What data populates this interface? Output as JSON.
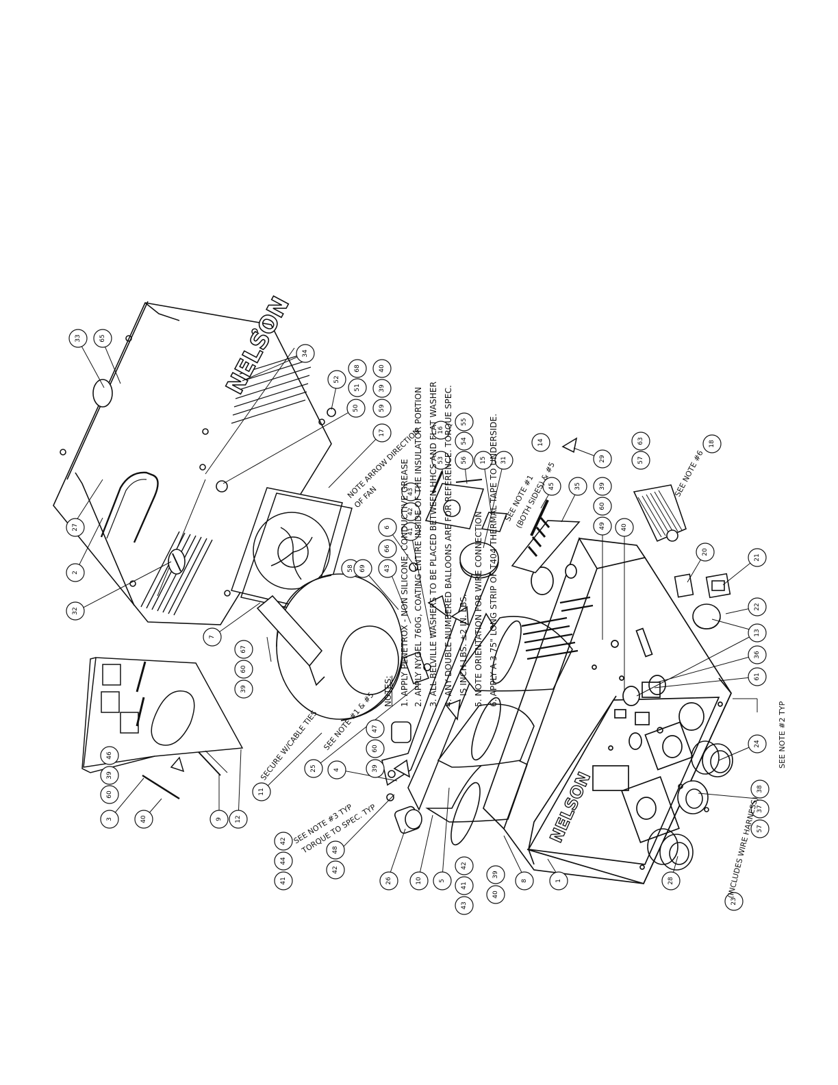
{
  "brand": {
    "cover_logo": "NELSON",
    "panel_logo": "NELSON"
  },
  "notes": {
    "title": "NOTES:",
    "items": [
      "1. APPLY PENETROX - NON SILICONE, CONDUCTIVE GREASE",
      "2. APPLY NYGEL 760G, COATING ENTIRE INSIDE OF THE INSULATOR PORTION",
      "3. ALL BELVILLE WASHERS TO BE PLACED BETWEEN HHCS AND FLAT WASHER",
      "4. ANY DOUBLE NUMBERED BALLOONS ARE FOR REFERENCE. TORQUE SPEC.",
      "IS INCH LBS. ±2 IN. LBS.",
      "5. NOTE ORIENTATION FOR WIRE CONNECTION",
      "6. APPLY A 3.75\" LONG STRIP OF T404 THERMAL TAPE TO UNDERSIDE."
    ]
  },
  "callouts": {
    "fan_direction": "NOTE ARROW DIRECTION",
    "fan_direction_2": "OF FAN",
    "see_note_1_both": "SEE NOTE #1",
    "see_note_1_both_2": "(BOTH SIDES) & #5",
    "see_note_6": "SEE NOTE #6",
    "see_note_1_5": "SEE NOTE #1 & #5",
    "cable_ties": "SECURE W/CABLE TIES",
    "see_note_3": "SEE NOTE #3 TYP",
    "torque_spec": "TORQUE TO SPEC. TYP",
    "see_note_2": "SEE NOTE #2 TYP",
    "wire_harness": "(INCLUDES WIRE HARNESS)"
  },
  "balloons": [
    {
      "n": "1"
    },
    {
      "n": "2"
    },
    {
      "n": "3"
    },
    {
      "n": "4"
    },
    {
      "n": "5"
    },
    {
      "n": "6"
    },
    {
      "n": "7"
    },
    {
      "n": "8"
    },
    {
      "n": "9"
    },
    {
      "n": "10"
    },
    {
      "n": "11"
    },
    {
      "n": "12"
    },
    {
      "n": "13"
    },
    {
      "n": "14"
    },
    {
      "n": "15"
    },
    {
      "n": "16"
    },
    {
      "n": "17"
    },
    {
      "n": "18"
    },
    {
      "n": "20"
    },
    {
      "n": "21"
    },
    {
      "n": "22"
    },
    {
      "n": "23"
    },
    {
      "n": "24"
    },
    {
      "n": "25"
    },
    {
      "n": "26"
    },
    {
      "n": "27"
    },
    {
      "n": "28"
    },
    {
      "n": "29"
    },
    {
      "n": "31"
    },
    {
      "n": "32"
    },
    {
      "n": "33"
    },
    {
      "n": "34"
    },
    {
      "n": "35"
    },
    {
      "n": "36"
    },
    {
      "n": "45"
    },
    {
      "n": "52"
    },
    {
      "n": "53"
    },
    {
      "n": "58"
    },
    {
      "n": "61"
    },
    {
      "n": "65"
    },
    {
      "n": "69"
    },
    {
      "n": "50"
    },
    {
      "n": "51"
    },
    {
      "n": "68"
    },
    {
      "n": "59"
    },
    {
      "n": "39"
    },
    {
      "n": "40"
    },
    {
      "n": "56"
    },
    {
      "n": "54"
    },
    {
      "n": "55"
    },
    {
      "n": "41"
    },
    {
      "n": "42"
    },
    {
      "n": "43"
    },
    {
      "n": "43"
    },
    {
      "n": "66"
    },
    {
      "n": "49"
    },
    {
      "n": "60"
    },
    {
      "n": "39"
    },
    {
      "n": "40"
    },
    {
      "n": "57"
    },
    {
      "n": "63"
    },
    {
      "n": "39"
    },
    {
      "n": "60"
    },
    {
      "n": "67"
    },
    {
      "n": "39"
    },
    {
      "n": "60"
    },
    {
      "n": "47"
    },
    {
      "n": "60"
    },
    {
      "n": "39"
    },
    {
      "n": "46"
    },
    {
      "n": "40"
    },
    {
      "n": "41"
    },
    {
      "n": "44"
    },
    {
      "n": "42"
    },
    {
      "n": "42"
    },
    {
      "n": "48"
    },
    {
      "n": "43"
    },
    {
      "n": "41"
    },
    {
      "n": "42"
    },
    {
      "n": "40"
    },
    {
      "n": "39"
    },
    {
      "n": "57"
    },
    {
      "n": "37"
    },
    {
      "n": "38"
    }
  ]
}
